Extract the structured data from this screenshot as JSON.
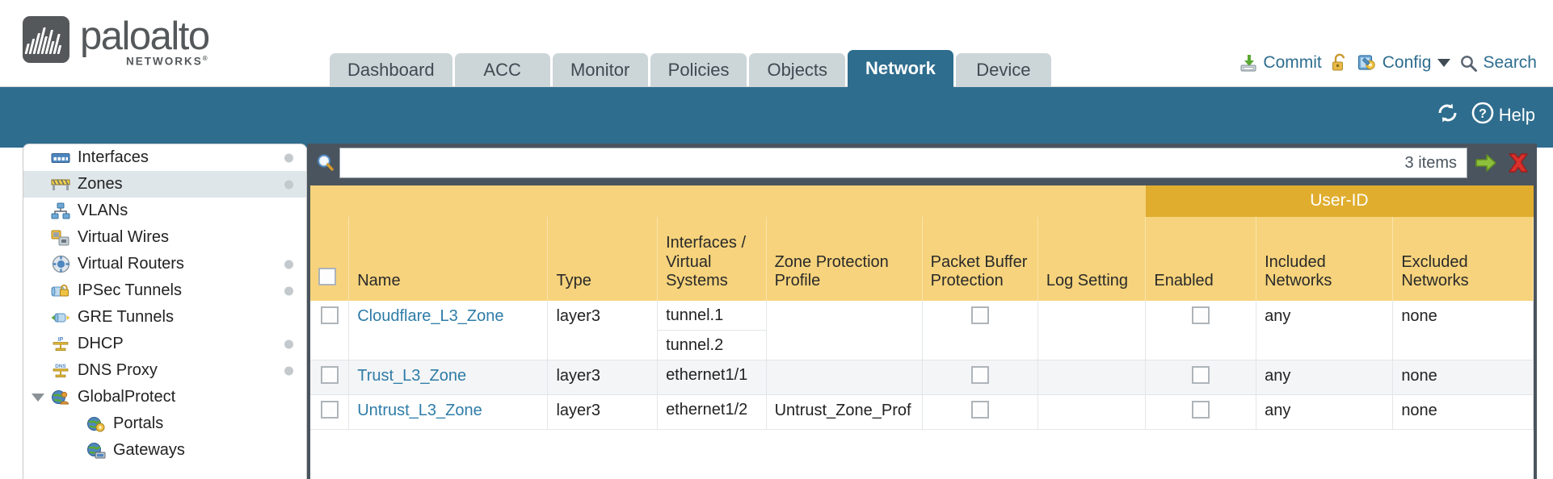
{
  "brand": {
    "name": "paloalto",
    "sub": "NETWORKS",
    "sub_mark": "®",
    "logo_icon": "paloalto-logo-icon"
  },
  "nav": {
    "tabs": [
      {
        "label": "Dashboard",
        "active": false
      },
      {
        "label": "ACC",
        "active": false
      },
      {
        "label": "Monitor",
        "active": false
      },
      {
        "label": "Policies",
        "active": false
      },
      {
        "label": "Objects",
        "active": false
      },
      {
        "label": "Network",
        "active": true
      },
      {
        "label": "Device",
        "active": false
      }
    ]
  },
  "top_actions": {
    "commit": {
      "label": "Commit",
      "icon": "commit-icon"
    },
    "lock": {
      "label": "",
      "icon": "padlock-icon"
    },
    "config": {
      "label": "Config",
      "icon": "config-wrench-icon",
      "caret": "chevron-down-icon"
    },
    "search": {
      "label": "Search",
      "icon": "search-icon"
    }
  },
  "bluebar": {
    "refresh": {
      "label": "",
      "icon": "refresh-icon"
    },
    "help": {
      "label": "Help",
      "icon": "help-circle-icon"
    }
  },
  "sidebar": {
    "items": [
      {
        "label": "Interfaces",
        "icon": "interfaces-icon",
        "dot": true,
        "selected": false,
        "child": false,
        "expander": false
      },
      {
        "label": "Zones",
        "icon": "zones-icon",
        "dot": true,
        "selected": true,
        "child": false,
        "expander": false
      },
      {
        "label": "VLANs",
        "icon": "vlans-icon",
        "dot": false,
        "selected": false,
        "child": false,
        "expander": false
      },
      {
        "label": "Virtual Wires",
        "icon": "virtual-wires-icon",
        "dot": false,
        "selected": false,
        "child": false,
        "expander": false
      },
      {
        "label": "Virtual Routers",
        "icon": "virtual-routers-icon",
        "dot": true,
        "selected": false,
        "child": false,
        "expander": false
      },
      {
        "label": "IPSec Tunnels",
        "icon": "ipsec-tunnels-icon",
        "dot": true,
        "selected": false,
        "child": false,
        "expander": false
      },
      {
        "label": "GRE Tunnels",
        "icon": "gre-tunnels-icon",
        "dot": false,
        "selected": false,
        "child": false,
        "expander": false
      },
      {
        "label": "DHCP",
        "icon": "dhcp-icon",
        "dot": true,
        "selected": false,
        "child": false,
        "expander": false
      },
      {
        "label": "DNS Proxy",
        "icon": "dns-proxy-icon",
        "dot": true,
        "selected": false,
        "child": false,
        "expander": false
      },
      {
        "label": "GlobalProtect",
        "icon": "globalprotect-icon",
        "dot": false,
        "selected": false,
        "child": false,
        "expander": true
      },
      {
        "label": "Portals",
        "icon": "portals-icon",
        "dot": false,
        "selected": false,
        "child": true,
        "expander": false
      },
      {
        "label": "Gateways",
        "icon": "gateways-icon",
        "dot": false,
        "selected": false,
        "child": true,
        "expander": false
      }
    ]
  },
  "search": {
    "value": "",
    "placeholder": "",
    "items_count": "3 items",
    "apply_icon": "apply-filter-arrow-icon",
    "clear_icon": "clear-filter-close-icon",
    "magnifier_icon": "search-magnifier-icon"
  },
  "table": {
    "group_header": {
      "label": "User-ID",
      "span": 3
    },
    "columns": [
      {
        "key": "checkbox",
        "label": ""
      },
      {
        "key": "name",
        "label": "Name"
      },
      {
        "key": "type",
        "label": "Type"
      },
      {
        "key": "interfaces",
        "label": "Interfaces / Virtual Systems"
      },
      {
        "key": "zone_protection",
        "label": "Zone Protection Profile"
      },
      {
        "key": "packet_buffer",
        "label": "Packet Buffer Protection"
      },
      {
        "key": "log_setting",
        "label": "Log Setting"
      },
      {
        "key": "enabled",
        "label": "Enabled"
      },
      {
        "key": "included_networks",
        "label": "Included Networks"
      },
      {
        "key": "excluded_networks",
        "label": "Excluded Networks"
      }
    ],
    "rows": [
      {
        "name": "Cloudflare_L3_Zone",
        "type": "layer3",
        "interfaces": [
          "tunnel.1",
          "tunnel.2"
        ],
        "zone_protection": "",
        "packet_buffer_checkbox": true,
        "log_setting": "",
        "enabled_checkbox": true,
        "included_networks": "any",
        "excluded_networks": "none"
      },
      {
        "name": "Trust_L3_Zone",
        "type": "layer3",
        "interfaces": [
          "ethernet1/1"
        ],
        "zone_protection": "",
        "packet_buffer_checkbox": true,
        "log_setting": "",
        "enabled_checkbox": true,
        "included_networks": "any",
        "excluded_networks": "none"
      },
      {
        "name": "Untrust_L3_Zone",
        "type": "layer3",
        "interfaces": [
          "ethernet1/2"
        ],
        "zone_protection": "Untrust_Zone_Prof",
        "packet_buffer_checkbox": true,
        "log_setting": "",
        "enabled_checkbox": true,
        "included_networks": "any",
        "excluded_networks": "none"
      }
    ]
  },
  "colors": {
    "brand_blue": "#2e6d8e",
    "header_amber": "#f6d37c",
    "group_amber": "#e0ad2e",
    "dark_slate": "#4a545e",
    "logo_gray": "#54585a",
    "tab_inactive": "#ccd5d8",
    "link_blue": "#2e7ca8"
  }
}
